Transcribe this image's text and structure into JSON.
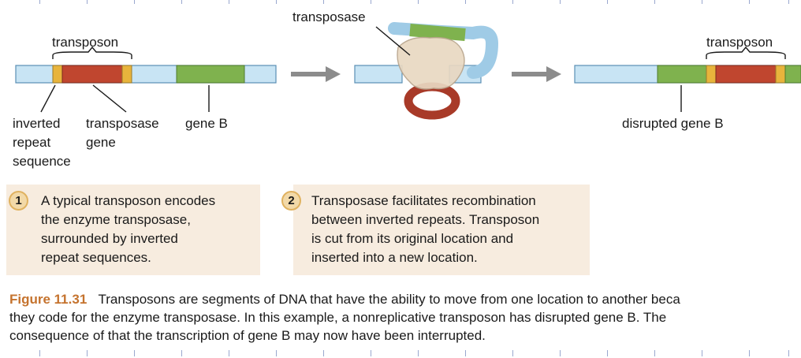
{
  "labels": {
    "transposon_left": "transposon",
    "transposase_top": "transposase",
    "transposon_right": "transposon",
    "inverted_repeat": [
      "inverted",
      "repeat",
      "sequence"
    ],
    "transposase_gene": [
      "transposase",
      "gene"
    ],
    "gene_b": "gene B",
    "disrupted_gene_b": "disrupted gene B"
  },
  "steps": [
    {
      "number": "1",
      "lines": [
        "A typical transposon encodes",
        "the enzyme transposase,",
        "surrounded by inverted",
        "repeat sequences."
      ]
    },
    {
      "number": "2",
      "lines": [
        "Transposase facilitates recombination",
        "between inverted repeats. Transposon",
        "is cut from its original location and",
        "inserted into a new location."
      ]
    }
  ],
  "caption": {
    "figure_label": "Figure 11.31",
    "lines": [
      "Transposons are segments of DNA that have the ability to move from one location to another beca",
      "they code for the enzyme transposase. In this example, a nonreplicative transposon has disrupted gene B. The",
      "consequence of that the transcription of gene B may now have been interrupted."
    ]
  },
  "colors": {
    "dna": "#c8e4f4",
    "transposon": "#c0462f",
    "inverted_repeat": "#e8b43c",
    "gene_b": "#7fb24e",
    "transposase_enzyme": "#e9d8c2",
    "arrow": "#8c8c8c",
    "step_box": "#f7ecdf",
    "figure_label": "#c5732e"
  }
}
